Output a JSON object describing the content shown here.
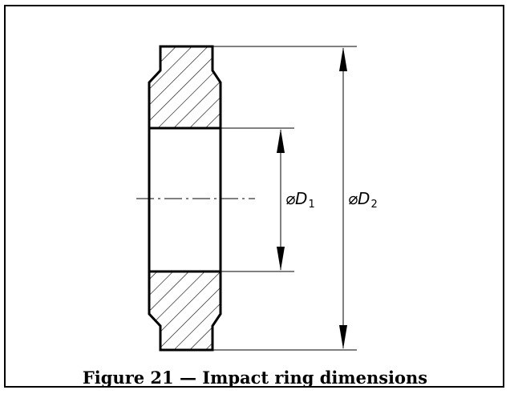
{
  "caption": "Figure 21 — Impact ring dimensions",
  "dimensions": {
    "inner": {
      "symbol": "⌀",
      "letter": "D",
      "subscript": "1"
    },
    "outer": {
      "symbol": "⌀",
      "letter": "D",
      "subscript": "2"
    }
  },
  "colors": {
    "line": "#000000",
    "background": "#ffffff"
  }
}
